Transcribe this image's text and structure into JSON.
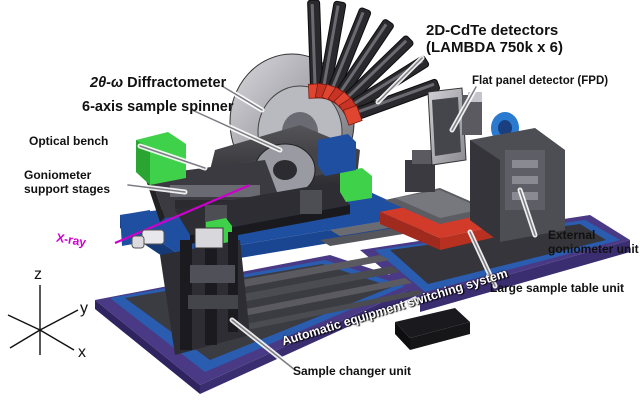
{
  "labels": {
    "cdte_detectors_line1": "2D-CdTe detectors",
    "cdte_detectors_line2": "(LAMBDA 750k x 6)",
    "diffractometer_symbol": "2θ-ω",
    "diffractometer_text": " Diffractometer",
    "sample_spinner": "6-axis sample spinner",
    "flat_panel": "Flat panel detector (FPD)",
    "optical_bench": "Optical bench",
    "goniometer_stages_line1": "Goniometer",
    "goniometer_stages_line2": "support stages",
    "xray": "X-ray",
    "external_gonio_line1": "External",
    "external_gonio_line2": "goniometer unit",
    "switching_system": "Automatic equipment switching system",
    "large_table": "Large sample table unit",
    "sample_changer": "Sample changer unit"
  },
  "axes": {
    "z": "z",
    "y": "y",
    "x": "x"
  },
  "colors": {
    "base_purple": "#4a3a86",
    "steel_blue": "#1f4fa0",
    "green_block": "#3fd14a",
    "detector_red": "#d23a2a",
    "xray_beam": "#cc00cc",
    "dark_steel": "#2e2e33",
    "grey": "#8c8c92"
  }
}
